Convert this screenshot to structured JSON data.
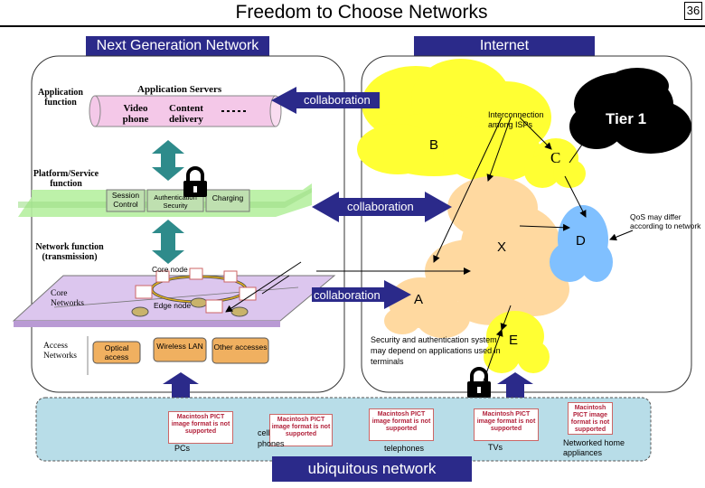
{
  "title": "Freedom to Choose Networks",
  "page_number": "36",
  "banners": {
    "ngn": "Next Generation Network",
    "internet": "Internet",
    "ubiquitous": "ubiquitous network"
  },
  "ngn": {
    "application_function": "Application function",
    "application_servers": "Application Servers",
    "video_phone": "Video phone",
    "content_delivery": "Content delivery",
    "platform_service_function": "Platform/Service function",
    "session_control": "Session Control",
    "authentication_security": "Authentication Security",
    "charging": "Charging",
    "network_function": "Network function (transmission)",
    "core_networks": "Core Networks",
    "core_node": "Core node",
    "edge_node": "Edge node",
    "access_networks": "Access Networks",
    "optical_access": "Optical access",
    "wireless_lan": "Wireless LAN",
    "other_accesses": "Other accesses"
  },
  "collaboration": {
    "top": "collaboration",
    "middle": "collaboration",
    "bottom": "collaboration"
  },
  "internet": {
    "interconnection": "Interconnection among ISPs",
    "tier1": "Tier 1",
    "b": "B",
    "c": "C",
    "d": "D",
    "x": "X",
    "a": "A",
    "e": "E",
    "qos_note": "QoS may differ according to network",
    "security_note": "Security and authentication system may depend on applications used in terminals"
  },
  "terminals": {
    "pcs": "PCs",
    "cell_phones": "cell phones",
    "telephones": "telephones",
    "tvs": "TVs",
    "home_appliances": "Networked home appliances",
    "pict_placeholder": "Macintosh PICT image format is not supported"
  },
  "colors": {
    "banner": "#2b2a8a",
    "collaboration_arrow": "#2b2a8a",
    "cloud_yellow": "#ffff33",
    "cloud_orange": "#ffd9a0",
    "cloud_blue": "#80c0ff",
    "tier1": "#000000",
    "plane_green": "#b6f0a0",
    "plane_lavender": "#dcc6ee",
    "teal_arrow": "#2e8b8b",
    "ubiquitous_band": "#b8dde8"
  }
}
